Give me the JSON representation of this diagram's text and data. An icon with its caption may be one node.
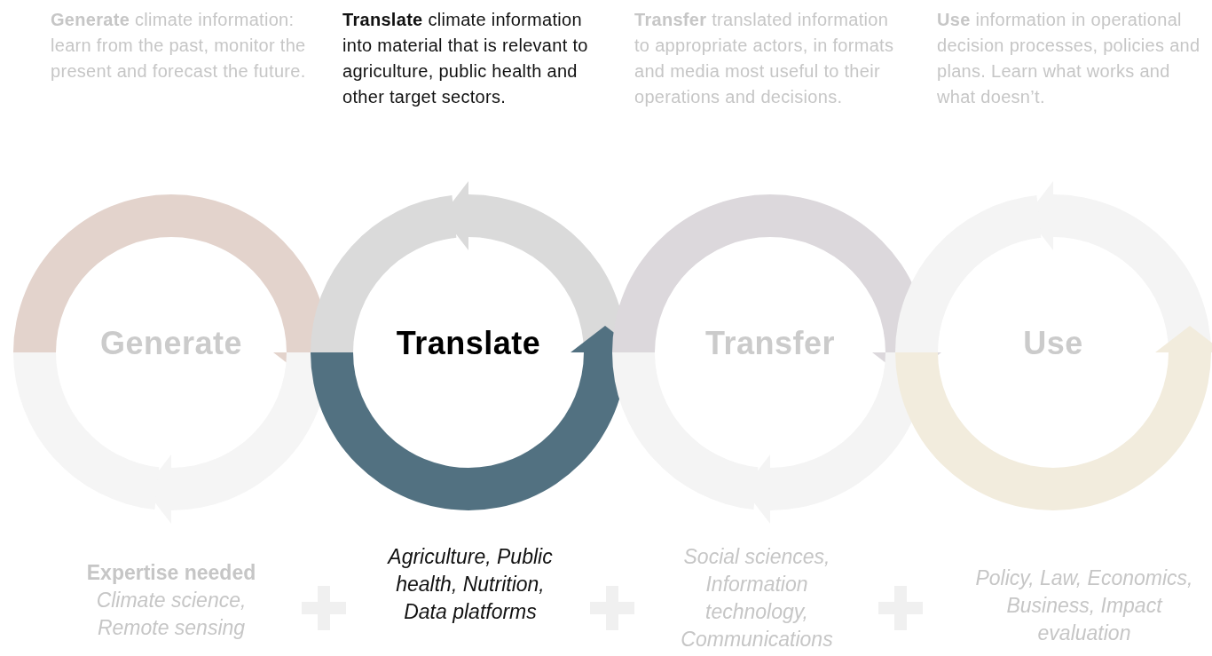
{
  "diagram": {
    "nodes": [
      {
        "text": [
          "Generate"
        ]
      },
      {
        "text": [
          "Translate"
        ]
      },
      {
        "text": [
          "Transfer"
        ]
      },
      {
        "text": [
          "Use"
        ]
      }
    ],
    "labels": [
      "**Generate** climate information: learn from the past, monitor the present and forecast the future.",
      "**Translate** climate information into material that is relevant to agriculture, public health and other target sectors.",
      "**Transfer** translated information to appropriate actors, in formats and media most useful to their operations and decisions.",
      "**Use** information in operational decision processes, policies and plans. Learn what works and what doesn’t.",
      "Expertise needed",
      "Climate science, Remote sensing",
      "Agriculture, Public health, Nutrition, Data platforms",
      "Social sciences, Information technology, Communications",
      "Policy, Law, Economics, Business, Impact evaluation"
    ]
  }
}
